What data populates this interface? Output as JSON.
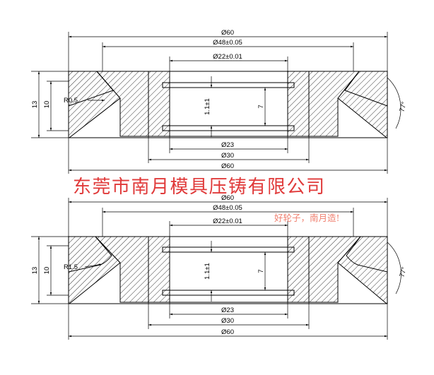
{
  "watermark": {
    "company": "东莞市南月模具压铸有限公司",
    "slogan": "好轮子，南月造!",
    "company_color": "#e03a3a",
    "slogan_color": "#f08070"
  },
  "top_view": {
    "dia_60_top": "Ø60",
    "dia_48": "Ø48±0.05",
    "dia_22": "Ø22±0.01",
    "height_13": "13",
    "height_10": "10",
    "radius": "R0.5",
    "gap": "1.1±1",
    "depth_7": "7",
    "angle": "77°",
    "dia_23": "Ø23",
    "dia_30": "Ø30",
    "dia_60_bottom": "Ø60"
  },
  "bottom_view": {
    "dia_60_top": "Ø60",
    "dia_48": "Ø48±0.05",
    "dia_22": "Ø22±0.01",
    "height_13": "13",
    "height_10": "10",
    "radius": "R1.5",
    "gap": "1.1±1",
    "depth_7": "7",
    "angle": "77°",
    "dia_23": "Ø23",
    "dia_30": "Ø30",
    "dia_60_bottom": "Ø60"
  }
}
